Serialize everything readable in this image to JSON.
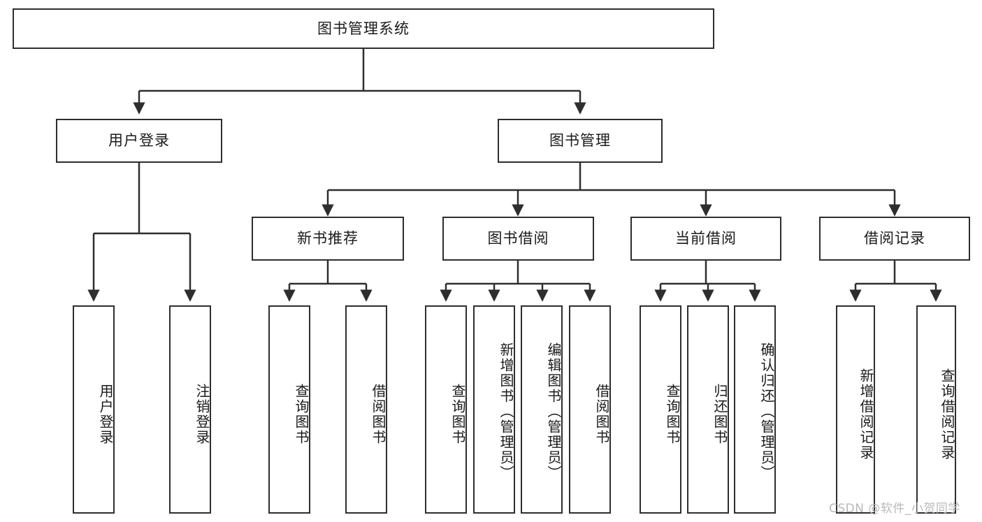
{
  "diagram": {
    "type": "tree-hierarchy",
    "title": "图书管理系统",
    "background_color": "#ffffff",
    "line_color": "#2e2e2e",
    "text_color": "#1a1a1a",
    "root": {
      "id": "root",
      "label": "图书管理系统",
      "orientation": "horizontal"
    },
    "level2": [
      {
        "id": "user-login",
        "label": "用户登录",
        "orientation": "horizontal"
      },
      {
        "id": "book-manage",
        "label": "图书管理",
        "orientation": "horizontal"
      }
    ],
    "level3": [
      {
        "id": "new-book-recommend",
        "label": "新书推荐",
        "orientation": "horizontal",
        "parent": "book-manage"
      },
      {
        "id": "book-borrow",
        "label": "图书借阅",
        "orientation": "horizontal",
        "parent": "book-manage"
      },
      {
        "id": "current-borrow",
        "label": "当前借阅",
        "orientation": "horizontal",
        "parent": "book-manage"
      },
      {
        "id": "borrow-record",
        "label": "借阅记录",
        "orientation": "horizontal",
        "parent": "book-manage"
      }
    ],
    "leaves": [
      {
        "id": "leaf-user-login",
        "label": "用户登录",
        "parent": "user-login",
        "orientation": "vertical"
      },
      {
        "id": "leaf-logout-login",
        "label": "注销登录",
        "parent": "user-login",
        "orientation": "vertical"
      },
      {
        "id": "leaf-query-book-1",
        "label": "查询图书",
        "parent": "new-book-recommend",
        "orientation": "vertical"
      },
      {
        "id": "leaf-borrow-book-1",
        "label": "借阅图书",
        "parent": "new-book-recommend",
        "orientation": "vertical"
      },
      {
        "id": "leaf-query-book-2",
        "label": "查询图书",
        "parent": "book-borrow",
        "orientation": "vertical"
      },
      {
        "id": "leaf-add-book",
        "label": "新增图书（管理员）",
        "parent": "book-borrow",
        "orientation": "vertical"
      },
      {
        "id": "leaf-edit-book",
        "label": "编辑图书（管理员）",
        "parent": "book-borrow",
        "orientation": "vertical"
      },
      {
        "id": "leaf-borrow-book-2",
        "label": "借阅图书",
        "parent": "book-borrow",
        "orientation": "vertical"
      },
      {
        "id": "leaf-query-book-3",
        "label": "查询图书",
        "parent": "current-borrow",
        "orientation": "vertical"
      },
      {
        "id": "leaf-return-book",
        "label": "归还图书",
        "parent": "current-borrow",
        "orientation": "vertical"
      },
      {
        "id": "leaf-confirm-return",
        "label": "确认归还（管理员）",
        "parent": "current-borrow",
        "orientation": "vertical"
      },
      {
        "id": "leaf-add-record",
        "label": "新增借阅记录",
        "parent": "borrow-record",
        "orientation": "vertical"
      },
      {
        "id": "leaf-query-record",
        "label": "查询借阅记录",
        "parent": "borrow-record",
        "orientation": "vertical"
      }
    ]
  },
  "watermark": {
    "text": "CSDN @软件_小贺同学",
    "color": "#b9b9b9"
  }
}
